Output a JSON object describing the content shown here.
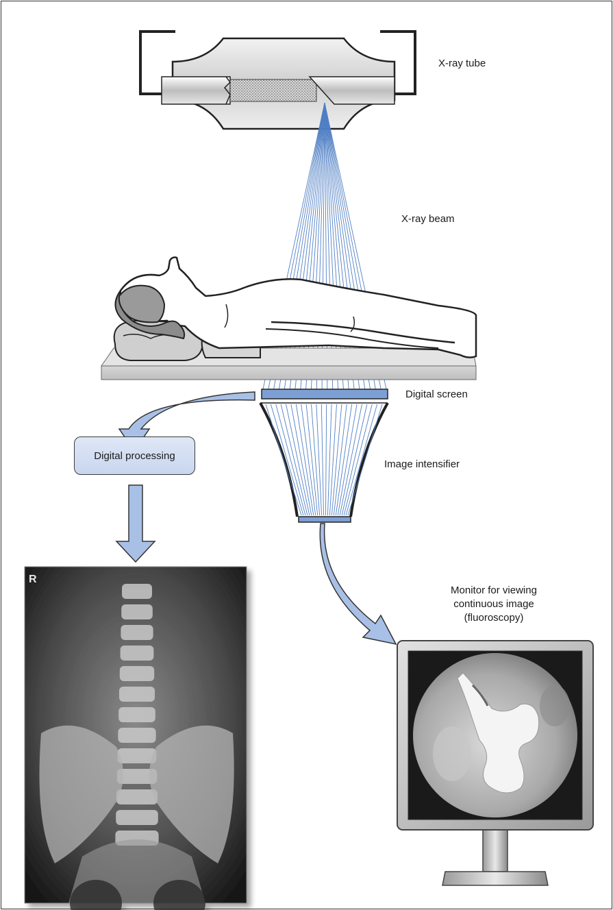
{
  "labels": {
    "xray_tube": "X-ray tube",
    "xray_beam": "X-ray beam",
    "digital_screen": "Digital screen",
    "image_intensifier": "Image intensifier",
    "digital_processing": "Digital processing",
    "monitor": "Monitor for viewing continuous image (fluoroscopy)"
  },
  "radiograph_marker": "R",
  "colors": {
    "beam": "#4f7fc4",
    "arrow_fill": "#a9c0e6",
    "screen_fill": "#7d9fd3",
    "outline": "#222222"
  }
}
